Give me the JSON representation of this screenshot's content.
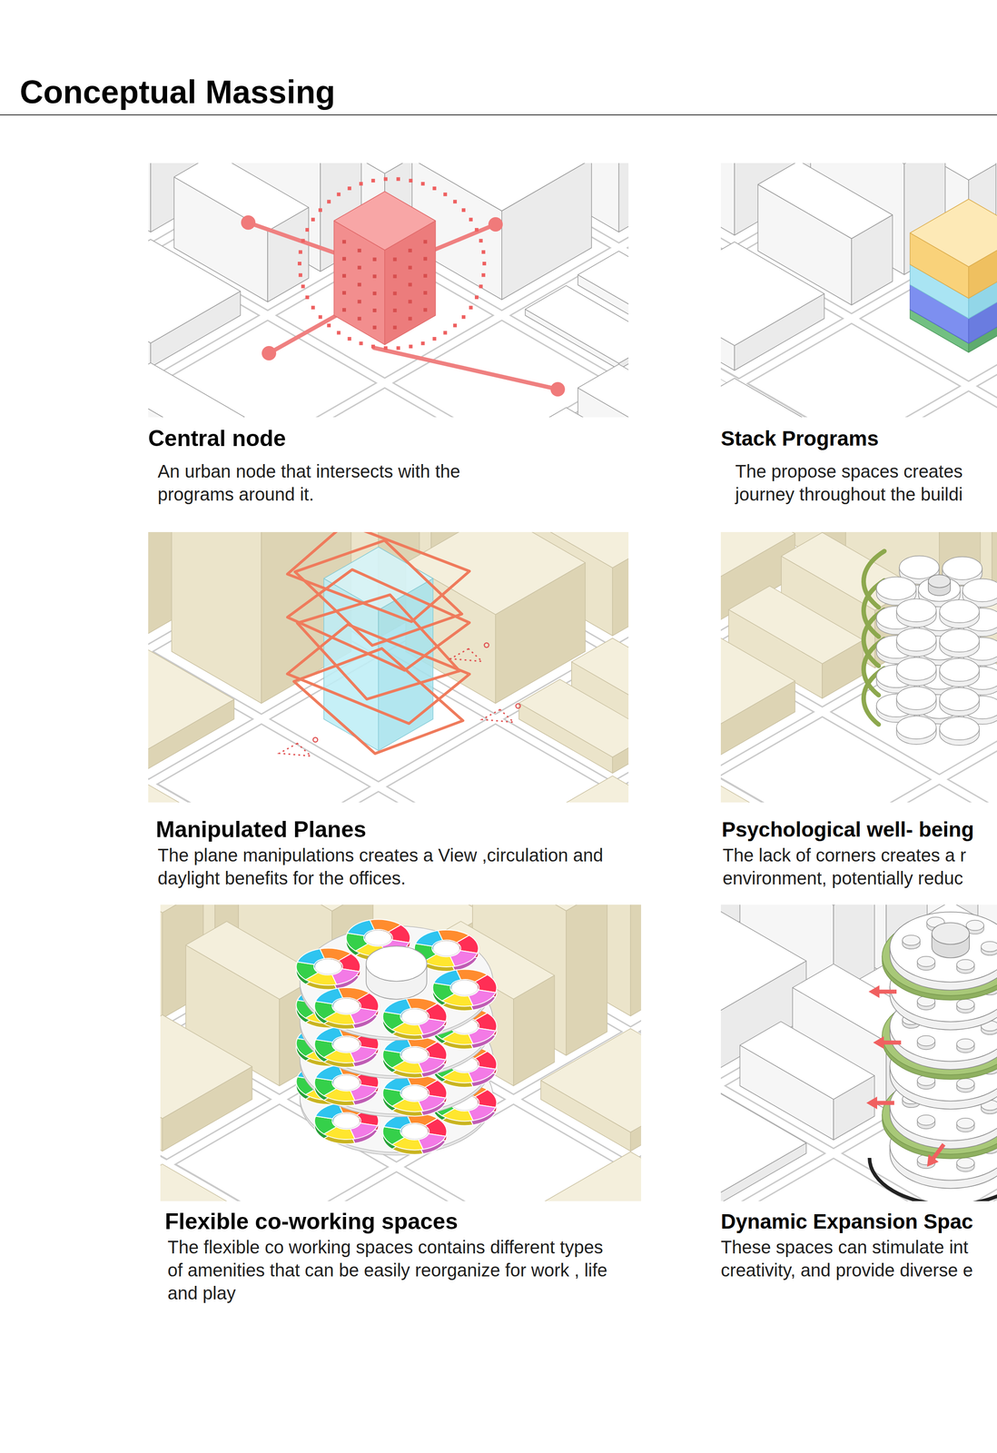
{
  "diagram": {
    "title": "Conceptual Massing",
    "nodes": [
      {
        "text": [
          "Central node",
          "An urban node that intersects with the programs around it."
        ]
      },
      {
        "text": [
          "Stack Programs",
          "The propose spaces creates journey throughout the buildi"
        ]
      },
      {
        "text": [
          "Manipulated Planes",
          "The plane manipulations creates a View ,circulation and daylight benefits for the offices."
        ]
      },
      {
        "text": [
          "Psychological well- being",
          "The lack of corners creates a r environment, potentially reduc"
        ]
      },
      {
        "text": [
          "Flexible co-working spaces",
          "The flexible co working spaces contains different types of amenities that can be easily reorganize for work , life and play"
        ]
      },
      {
        "text": [
          "Dynamic Expansion Spac",
          "These spaces can stimulate int creativity, and provide diverse e"
        ]
      }
    ]
  }
}
